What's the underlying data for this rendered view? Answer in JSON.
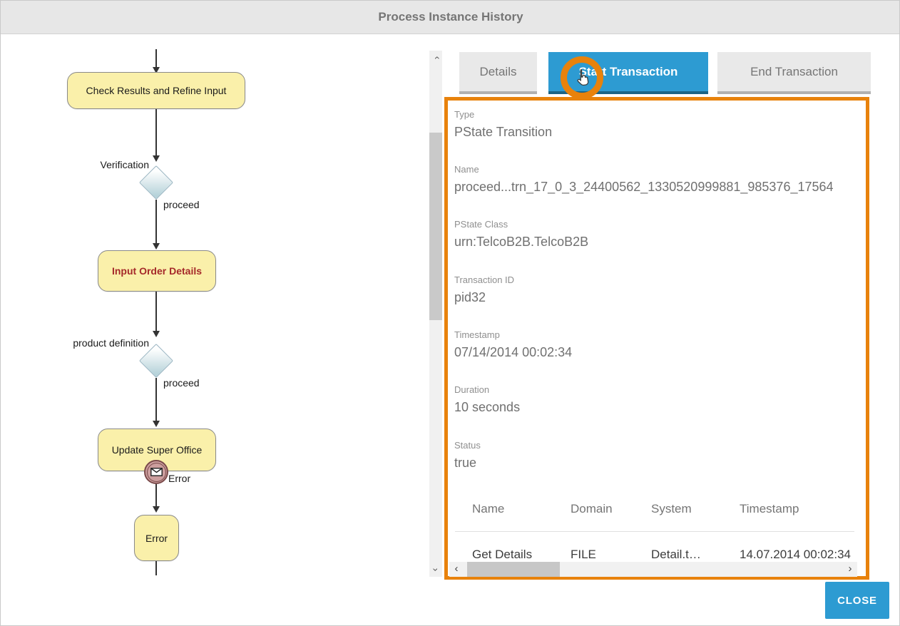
{
  "dialog": {
    "title": "Process Instance History",
    "close_label": "CLOSE"
  },
  "flowchart": {
    "node_check": "Check Results and Refine Input",
    "node_input": "Input Order Details",
    "node_update": "Update Super Office",
    "node_error": "Error",
    "gateway1_label": "Verification",
    "gateway1_edge": "proceed",
    "gateway2_label": "product definition",
    "gateway2_edge": "proceed",
    "boundary_event_label": "Error"
  },
  "tabs": {
    "details": "Details",
    "start": "Start Transaction",
    "end": "End Transaction",
    "active_tab": "Start Transaction"
  },
  "panel": {
    "fields": [
      {
        "label": "Type",
        "value": "PState Transition"
      },
      {
        "label": "Name",
        "value": "proceed...trn_17_0_3_24400562_1330520999881_985376_17564"
      },
      {
        "label": "PState Class",
        "value": "urn:TelcoB2B.TelcoB2B"
      },
      {
        "label": "Transaction ID",
        "value": "pid32"
      },
      {
        "label": "Timestamp",
        "value": "07/14/2014 00:02:34"
      },
      {
        "label": "Duration",
        "value": "10 seconds"
      },
      {
        "label": "Status",
        "value": "true"
      }
    ],
    "table": {
      "col1": "Name",
      "col2": "Domain",
      "col3": "System",
      "col4": "Timestamp",
      "row1": {
        "c1": "Get Details",
        "c2": "FILE",
        "c3": "Detail.t…",
        "c4": "14.07.2014 00:02:34"
      }
    }
  },
  "icons": {
    "scroll_up": "›",
    "scroll_down": "›",
    "scroll_left": "‹",
    "scroll_right": "›"
  },
  "colors": {
    "accent_blue": "#2d9bd2",
    "highlight_orange": "#e8820c",
    "node_yellow": "#faf0aa",
    "node_text_red": "#a5292a",
    "active_tab_underline": "#1b6486"
  }
}
